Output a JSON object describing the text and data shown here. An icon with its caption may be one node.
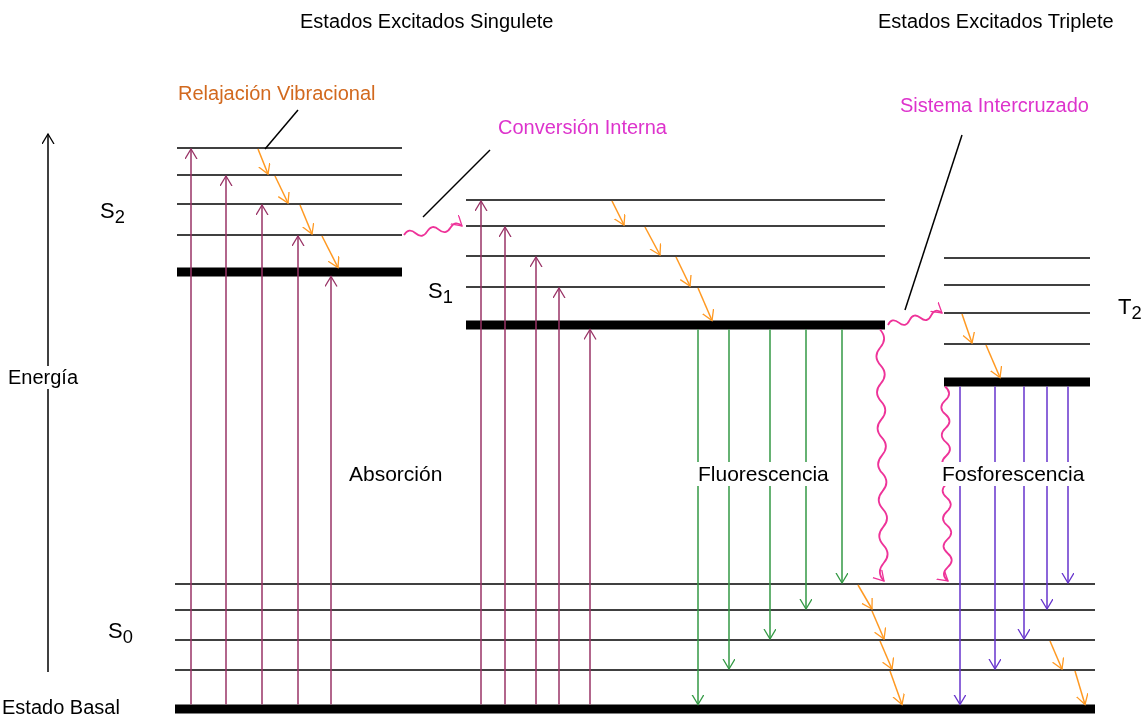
{
  "diagram": {
    "nodes": [
      {
        "text": [
          "Relajación Vibracional"
        ]
      },
      {
        "text": [
          "Conversión Interna"
        ]
      },
      {
        "text": [
          "Sistema Intercruzado"
        ]
      },
      {
        "text": [],
        "shape": "bar"
      },
      {
        "text": [],
        "shape": "bar"
      },
      {
        "text": [],
        "shape": "bar"
      },
      {
        "text": [],
        "shape": "bar"
      },
      {
        "text": [],
        "shape": "bar"
      },
      {
        "text": [],
        "shape": "bar"
      },
      {
        "text": [],
        "shape": "bar"
      },
      {
        "text": [],
        "shape": "bar"
      },
      {
        "text": [],
        "shape": "bar"
      },
      {
        "text": [],
        "shape": "bar"
      },
      {
        "text": [],
        "shape": "bar"
      },
      {
        "text": [],
        "shape": "bar"
      },
      {
        "text": [],
        "shape": "bar"
      },
      {
        "text": [],
        "shape": "bar"
      },
      {
        "text": [],
        "shape": "bar"
      },
      {
        "text": [],
        "shape": "bar"
      },
      {
        "text": [],
        "shape": "bar"
      },
      {
        "text": [],
        "shape": "bar"
      },
      {
        "text": [],
        "shape": "bar"
      },
      {
        "text": [],
        "shape": "bar"
      }
    ],
    "edges": [
      {
        "from": 0,
        "to": 3,
        "arrow": "none",
        "color": "#000000"
      },
      {
        "from": 1,
        "to": null,
        "arrow": "none",
        "color": "#000000"
      },
      {
        "from": 2,
        "to": null,
        "arrow": "none",
        "color": "#000000"
      },
      {
        "from": 22,
        "to": 3,
        "arrow": "to",
        "color": "#993366"
      },
      {
        "from": 22,
        "to": 4,
        "arrow": "to",
        "color": "#993366"
      },
      {
        "from": 22,
        "to": 5,
        "arrow": "to",
        "color": "#993366"
      },
      {
        "from": 22,
        "to": 6,
        "arrow": "to",
        "color": "#993366"
      },
      {
        "from": 22,
        "to": 7,
        "arrow": "to",
        "color": "#993366"
      },
      {
        "from": 22,
        "to": 8,
        "arrow": "to",
        "color": "#993366"
      },
      {
        "from": 22,
        "to": 9,
        "arrow": "to",
        "color": "#993366"
      },
      {
        "from": 22,
        "to": 10,
        "arrow": "to",
        "color": "#993366"
      },
      {
        "from": 22,
        "to": 11,
        "arrow": "to",
        "color": "#993366"
      },
      {
        "from": 22,
        "to": 12,
        "arrow": "to",
        "color": "#993366"
      },
      {
        "from": 3,
        "to": 4,
        "arrow": "to"
      },
      {
        "from": 4,
        "to": 5,
        "arrow": "to"
      },
      {
        "from": 5,
        "to": 6,
        "arrow": "to"
      },
      {
        "from": 6,
        "to": 7,
        "arrow": "to"
      },
      {
        "from": 8,
        "to": 9,
        "arrow": "to"
      },
      {
        "from": 9,
        "to": 10,
        "arrow": "to"
      },
      {
        "from": 10,
        "to": 11,
        "arrow": "to"
      },
      {
        "from": 11,
        "to": 12,
        "arrow": "to"
      },
      {
        "from": 6,
        "to": 9,
        "arrow": "to",
        "color": "#ee3399"
      },
      {
        "from": 12,
        "to": 22,
        "arrow": "to",
        "color": "#339944"
      },
      {
        "from": 12,
        "to": 21,
        "arrow": "to",
        "color": "#339944"
      },
      {
        "from": 12,
        "to": 20,
        "arrow": "to",
        "color": "#339944"
      },
      {
        "from": 12,
        "to": 19,
        "arrow": "to",
        "color": "#339944"
      },
      {
        "from": 12,
        "to": 18,
        "arrow": "to",
        "color": "#339944"
      },
      {
        "from": 12,
        "to": 18,
        "arrow": "to",
        "color": "#ee3399"
      },
      {
        "from": 12,
        "to": 15,
        "arrow": "to",
        "color": "#ee3399"
      },
      {
        "from": 15,
        "to": 16,
        "arrow": "to"
      },
      {
        "from": 16,
        "to": 17,
        "arrow": "to"
      },
      {
        "from": 17,
        "to": 18,
        "arrow": "to",
        "color": "#ee3399"
      },
      {
        "from": 17,
        "to": 22,
        "arrow": "to",
        "color": "#6633cc"
      },
      {
        "from": 17,
        "to": 21,
        "arrow": "to",
        "color": "#6633cc"
      },
      {
        "from": 17,
        "to": 20,
        "arrow": "to",
        "color": "#6633cc"
      },
      {
        "from": 17,
        "to": 19,
        "arrow": "to",
        "color": "#6633cc"
      },
      {
        "from": 17,
        "to": 18,
        "arrow": "to",
        "color": "#6633cc"
      },
      {
        "from": 18,
        "to": 19,
        "arrow": "to"
      },
      {
        "from": 19,
        "to": 20,
        "arrow": "to"
      },
      {
        "from": 20,
        "to": 21,
        "arrow": "to"
      },
      {
        "from": 21,
        "to": 22,
        "arrow": "to"
      },
      {
        "from": 20,
        "to": 21,
        "arrow": "to"
      },
      {
        "from": 21,
        "to": 22,
        "arrow": "to"
      }
    ],
    "labels": [
      "Estados Excitados Singulete",
      "Estados Excitados Triplete",
      "S$_{2}$",
      "S$_{1}$",
      "T$_{2}$",
      "Energía",
      "Absorción",
      "Fluorescencia",
      "Fosforescencia",
      "S$_{0}$",
      "Estado Basal"
    ]
  }
}
